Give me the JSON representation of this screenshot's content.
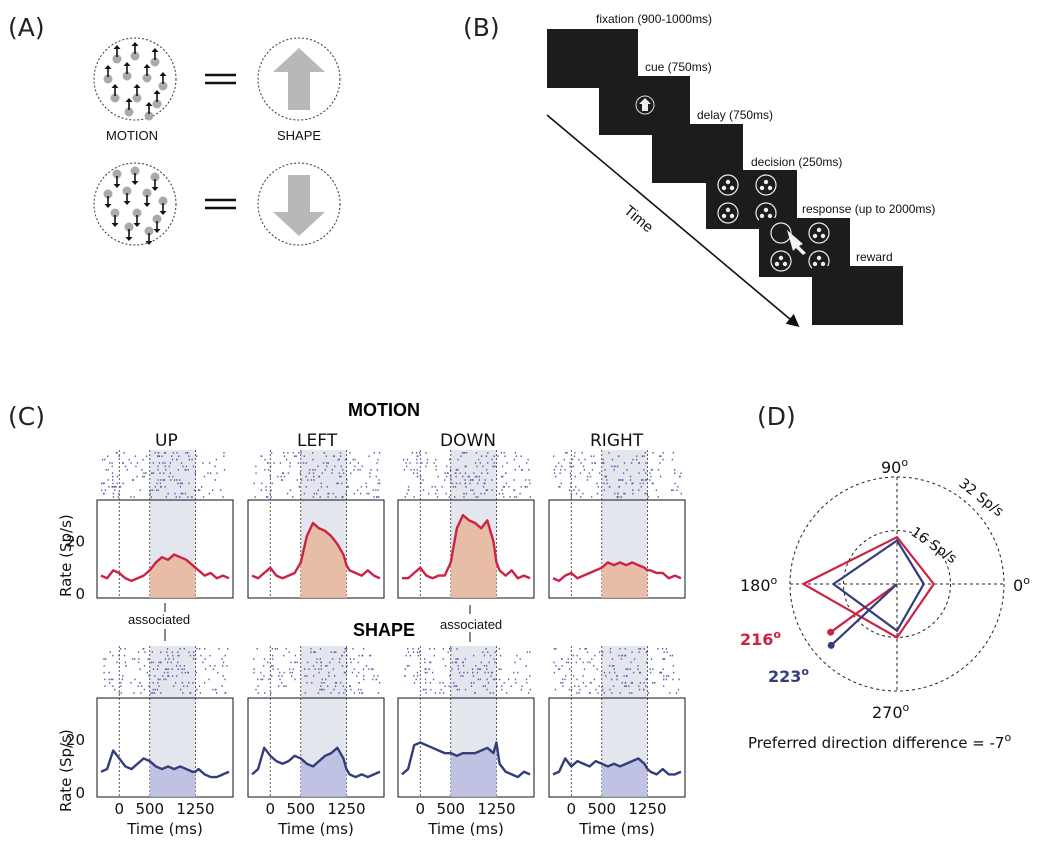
{
  "panels": {
    "a": {
      "letter": "(A)",
      "motion_label": "MOTION",
      "shape_label": "SHAPE"
    },
    "b": {
      "letter": "(B)",
      "time_label": "Time",
      "epochs": [
        "fixation (900-1000ms)",
        "cue (750ms)",
        "delay (750ms)",
        "decision (250ms)",
        "response (up to 2000ms)",
        "reward"
      ]
    },
    "c": {
      "letter": "(C)",
      "motion_title": "MOTION",
      "shape_title": "SHAPE",
      "directions": [
        "UP",
        "LEFT",
        "DOWN",
        "RIGHT"
      ],
      "associated_label": "associated",
      "ylabel": "Rate (Sp/s)",
      "xlabel": "Time (ms)",
      "y_ticks": [
        "0",
        "20"
      ],
      "x_ticks": [
        "0",
        "500",
        "1250"
      ]
    },
    "d": {
      "letter": "(D)",
      "angle_labels": {
        "deg90": "90",
        "deg180": "180",
        "deg0": "0",
        "deg270": "270"
      },
      "degree_mark": "o",
      "ring_labels": [
        "16 Sp/s",
        "32 Sp/s"
      ],
      "motion_pref": "216",
      "shape_pref": "223",
      "difference_text": "Preferred direction difference = -7",
      "motion_color": "#cc2244",
      "shape_color": "#333d7a"
    }
  },
  "chart_data": [
    {
      "type": "line",
      "title": "MOTION",
      "xlabel": "Time (ms)",
      "ylabel": "Rate (Sp/s)",
      "ylim": [
        0,
        35
      ],
      "x_ticks": [
        0,
        500,
        1250
      ],
      "x": [
        -300,
        -200,
        -100,
        0,
        100,
        200,
        300,
        400,
        500,
        600,
        700,
        800,
        900,
        1000,
        1100,
        1200,
        1250,
        1300,
        1400,
        1500,
        1600,
        1700,
        1800
      ],
      "series": [
        {
          "name": "UP",
          "values": [
            7,
            6,
            9,
            8,
            6,
            5,
            6,
            7,
            9,
            12,
            14,
            13,
            15,
            14,
            13,
            11,
            10,
            9,
            7,
            8,
            6,
            7,
            6
          ]
        },
        {
          "name": "LEFT",
          "values": [
            7,
            6,
            8,
            10,
            7,
            6,
            7,
            8,
            12,
            22,
            27,
            25,
            24,
            22,
            19,
            15,
            11,
            9,
            8,
            7,
            9,
            7,
            6
          ]
        },
        {
          "name": "DOWN",
          "values": [
            6,
            6,
            8,
            10,
            7,
            6,
            7,
            7,
            12,
            25,
            30,
            28,
            27,
            25,
            28,
            20,
            12,
            9,
            7,
            9,
            6,
            7,
            6
          ]
        },
        {
          "name": "RIGHT",
          "values": [
            6,
            5,
            7,
            8,
            6,
            7,
            8,
            9,
            10,
            12,
            11,
            12,
            11,
            12,
            11,
            10,
            9,
            9,
            8,
            8,
            6,
            7,
            6
          ]
        }
      ],
      "annotations": [
        "associated"
      ]
    },
    {
      "type": "line",
      "title": "SHAPE",
      "xlabel": "Time (ms)",
      "ylabel": "Rate (Sp/s)",
      "ylim": [
        0,
        35
      ],
      "x_ticks": [
        0,
        500,
        1250
      ],
      "x": [
        -300,
        -200,
        -100,
        0,
        100,
        200,
        300,
        400,
        500,
        600,
        700,
        800,
        900,
        1000,
        1100,
        1200,
        1250,
        1300,
        1400,
        1500,
        1600,
        1700,
        1800
      ],
      "series": [
        {
          "name": "UP",
          "values": [
            8,
            9,
            16,
            13,
            10,
            9,
            11,
            13,
            12,
            10,
            9,
            10,
            9,
            10,
            9,
            8,
            8,
            9,
            7,
            6,
            6,
            7,
            8
          ]
        },
        {
          "name": "LEFT",
          "values": [
            7,
            9,
            17,
            14,
            12,
            11,
            12,
            14,
            13,
            11,
            10,
            12,
            14,
            15,
            17,
            13,
            9,
            7,
            6,
            7,
            6,
            7,
            8
          ]
        },
        {
          "name": "DOWN",
          "values": [
            7,
            9,
            18,
            19,
            18,
            17,
            16,
            15,
            15,
            14,
            15,
            15,
            15,
            16,
            17,
            15,
            19,
            11,
            8,
            7,
            6,
            8,
            7
          ]
        },
        {
          "name": "RIGHT",
          "values": [
            7,
            8,
            13,
            10,
            12,
            11,
            10,
            12,
            11,
            10,
            11,
            10,
            11,
            12,
            13,
            11,
            9,
            8,
            7,
            9,
            7,
            7,
            8
          ]
        }
      ],
      "annotations": [
        "associated"
      ]
    },
    {
      "type": "radar",
      "axes_degrees": [
        0,
        90,
        180,
        270
      ],
      "rings": [
        "16 Sp/s",
        "32 Sp/s"
      ],
      "series": [
        {
          "name": "MOTION",
          "values": [
            11,
            14,
            28,
            16
          ],
          "preferred_direction_deg": 216
        },
        {
          "name": "SHAPE",
          "values": [
            8,
            13,
            19,
            14
          ],
          "preferred_direction_deg": 223
        }
      ],
      "annotation": "Preferred direction difference = -7"
    }
  ]
}
